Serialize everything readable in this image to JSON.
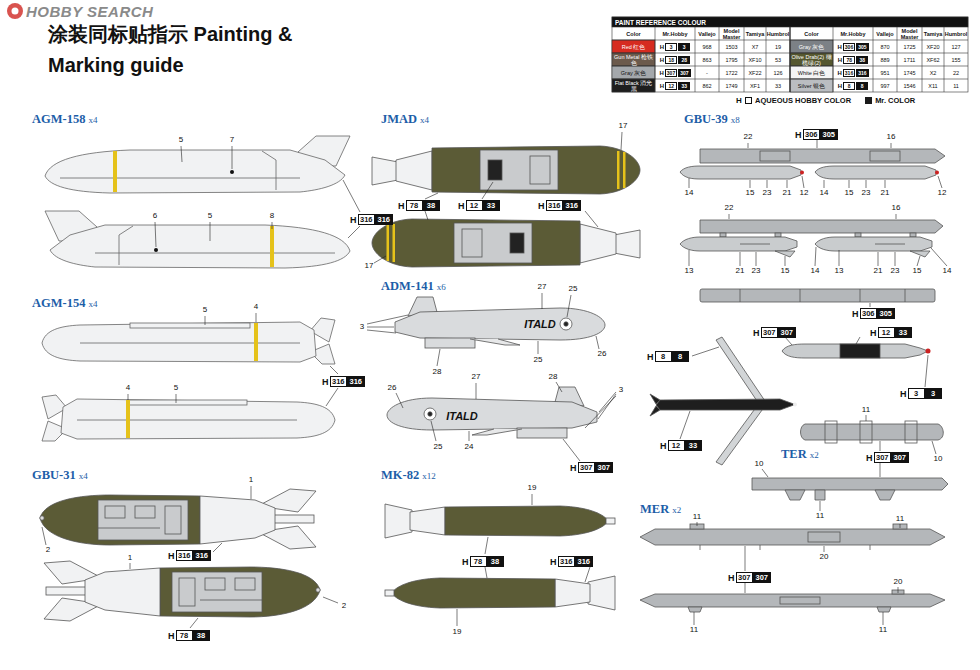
{
  "diagram": {
    "title": "涂装同标贴指示 Painting & Marking guide",
    "labels": [
      "HOBBY SEARCH",
      "PAINT REFERENCE COLOUR",
      "Color",
      "Mr.Hobby",
      "Vallejo",
      "Model Master",
      "Tamiya",
      "Humbrol",
      "Color",
      "Mr.Hobby",
      "Vallejo",
      "Model Master",
      "Tamiya",
      "Humbrol",
      "Red 红色",
      "H",
      "3",
      "3",
      "968",
      "1503",
      "X7",
      "19",
      "Gray 灰色",
      "H",
      "306",
      "305",
      "870",
      "1725",
      "XF20",
      "127",
      "Gun Metal 枪铁色",
      "H",
      "18",
      "28",
      "863",
      "1795",
      "XF10",
      "53",
      "Olive Drab(2) 橄榄绿(2)",
      "H",
      "78",
      "38",
      "889",
      "1711",
      "XF62",
      "155",
      "Gray 灰色",
      "H",
      "307",
      "307",
      "-",
      "1722",
      "XF22",
      "126",
      "White 白色",
      "H",
      "316",
      "316",
      "951",
      "1745",
      "X2",
      "22",
      "Flat Black 消光黑",
      "H",
      "12",
      "33",
      "862",
      "1749",
      "XF1",
      "33",
      "Silver 银色",
      "H",
      "8",
      "8",
      "997",
      "1546",
      "X11",
      "11",
      "H",
      "AGM-158",
      "x4",
      "5",
      "7",
      "6",
      "5",
      "8",
      "H",
      "316",
      "316",
      "AGM-154",
      "x4",
      "5",
      "4",
      "4",
      "5",
      "H",
      "316",
      "316",
      "GBU-31",
      "x4",
      "1",
      "2",
      "1",
      "2",
      "H",
      "316",
      "316",
      "H",
      "78",
      "38",
      "JMAD",
      "x4",
      "17",
      "H",
      "78",
      "38",
      "H",
      "12",
      "33",
      "H",
      "316",
      "316",
      "17",
      "ADM-141",
      "x6",
      "27",
      "25",
      "3",
      "ITALD",
      "28",
      "25",
      "26",
      "26",
      "ITALD",
      "27",
      "28",
      "3",
      "25",
      "24",
      "H",
      "307",
      "307",
      "MK-82",
      "x12",
      "19",
      "H",
      "78",
      "38",
      "H",
      "316",
      "316",
      "19",
      "GBU-39",
      "x8",
      "22",
      "H",
      "306",
      "305",
      "16",
      "14",
      "15",
      "23",
      "21",
      "12",
      "14",
      "15",
      "23",
      "21",
      "12",
      "22",
      "16",
      "13",
      "21",
      "23",
      "15",
      "14",
      "13",
      "21",
      "23",
      "15",
      "14",
      "H",
      "306",
      "305",
      "H",
      "307",
      "307",
      "H",
      "12",
      "33",
      "H",
      "3",
      "3",
      "H",
      "8",
      "8",
      "H",
      "12",
      "33",
      "11",
      "10",
      "10",
      "TER",
      "x2",
      "11",
      "H",
      "307",
      "307",
      "MER",
      "x2",
      "11",
      "11",
      "20",
      "H",
      "307",
      "307",
      "20",
      "11",
      "11"
    ],
    "legend": [
      {
        "text": "AQUEOUS HOBBY COLOR"
      },
      {
        "text": "Mr. COLOR",
        "color": "#1a1a1a"
      }
    ]
  }
}
